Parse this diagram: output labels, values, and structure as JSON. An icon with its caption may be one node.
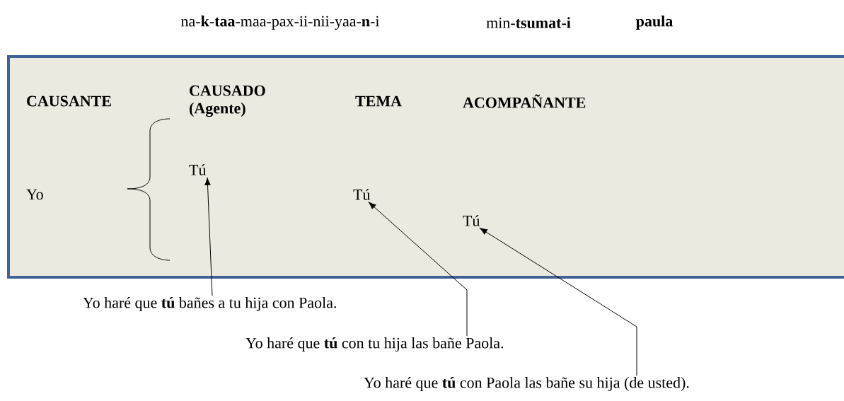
{
  "diagram": {
    "nodes": [
      {
        "text": [
          "CAUSANTE",
          "CAUSADO (Agente)",
          "TEMA",
          "ACOMPAÑANTE",
          "Yo"
        ]
      },
      {
        "text": [
          "Tú"
        ],
        "in": 0
      },
      {
        "text": [
          "Tú"
        ],
        "in": 0
      },
      {
        "text": [
          "Tú"
        ],
        "in": 0
      },
      {
        "text": [
          "Yo haré que **tú** bañes a tu hija con Paola."
        ]
      },
      {
        "text": [
          "Yo haré que **tú** con tu hija las bañe Paola."
        ]
      },
      {
        "text": [
          "Yo haré que **tú** con Paola las bañe su hija (de usted)."
        ]
      }
    ],
    "edges": [
      {
        "from": 4,
        "to": 1,
        "arrow": "to"
      },
      {
        "from": 5,
        "to": 2,
        "arrow": "to"
      },
      {
        "from": 6,
        "to": 3,
        "arrow": "to"
      }
    ],
    "labels": [
      "na-**k**-**taa**-maa-pax-ii-nii-yaa-**n**-i",
      "min-**tsumat-i**",
      "paula"
    ]
  }
}
